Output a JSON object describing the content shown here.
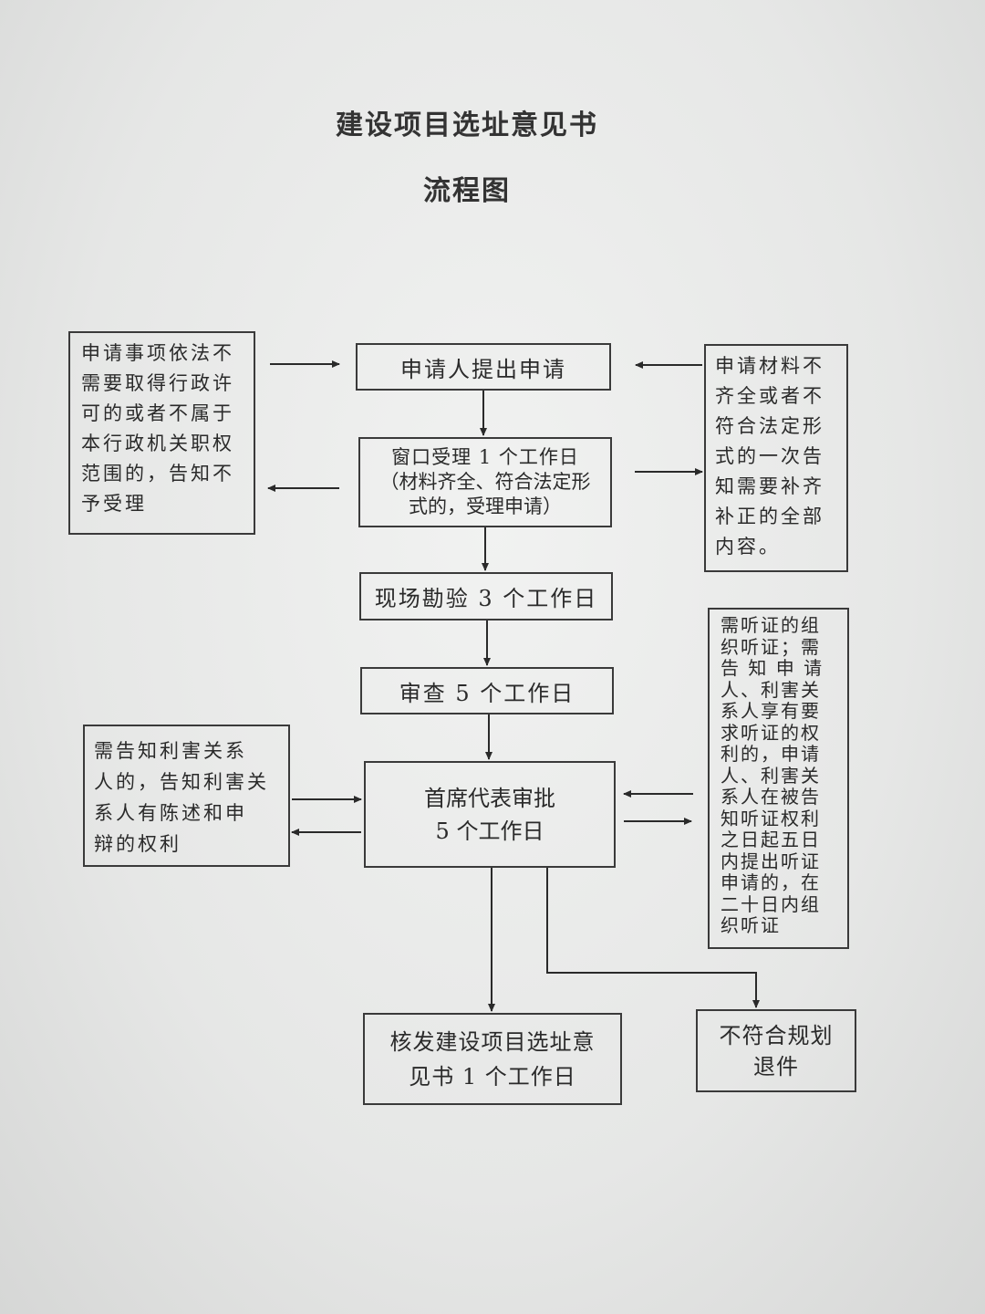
{
  "title": "建设项目选址意见书",
  "subtitle": "流程图",
  "nodes": {
    "apply": "申请人提出申请",
    "window_line1": "窗口受理 1 个工作日",
    "window_line2": "（材料齐全、符合法定形",
    "window_line3": "式的，受理申请）",
    "site": "现场勘验 3 个工作日",
    "review": "审查 5 个工作日",
    "approve_line1": "首席代表审批",
    "approve_line2": "5 个工作日",
    "issue_line1": "核发建设项目选址意",
    "issue_line2": "见书 1 个工作日",
    "reject_line1": "不符合规划",
    "reject_line2": "退件"
  },
  "side_notes": {
    "not_accepted": [
      "申请事项依法不",
      "需要取得行政许",
      "可的或者不属于",
      "本行政机关职权",
      "范围的，告知不",
      "予受理"
    ],
    "incomplete": [
      "申请材料不",
      "齐全或者不",
      "符合法定形",
      "式的一次告",
      "知需要补齐",
      "补正的全部",
      "内容。"
    ],
    "interested_party": [
      "需告知利害关系",
      "人的，告知利害关",
      "系人有陈述和申",
      "辩的权利"
    ],
    "hearing": [
      "需听证的组",
      "织听证；需",
      "告 知 申 请",
      "人、利害关",
      "系人享有要",
      "求听证的权",
      "利的，申请",
      "人、利害关",
      "系人在被告",
      "知听证权利",
      "之日起五日",
      "内提出听证",
      "申请的，在",
      "二十日内组",
      "织听证"
    ]
  }
}
